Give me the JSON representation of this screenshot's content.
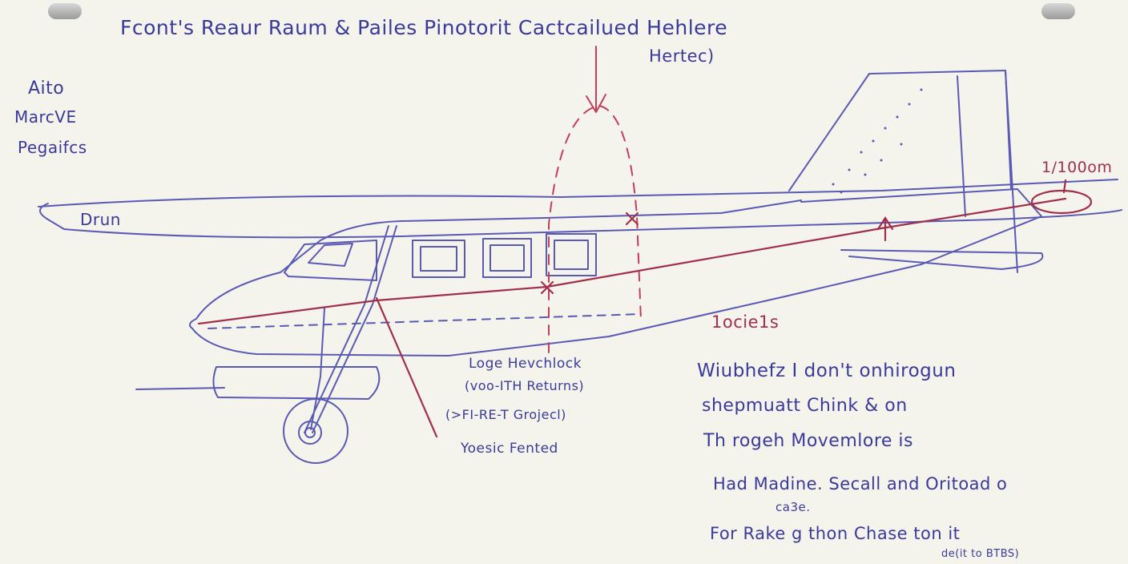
{
  "title": {
    "line1": "Fcont's Reaur Raum & Pailes Pinotorit Cactcailued Hehlere",
    "line2": "Hertec)"
  },
  "side_note": {
    "lines": [
      "Aito",
      "MarcVE",
      "Pegaifcs"
    ]
  },
  "wing_label": "Drun",
  "tail_label": "1/100om",
  "belly_label": "1ocie1s",
  "center_note": {
    "lines": [
      "Loge Hevchlock",
      "(voo-ITH Returns)",
      "(>FI-RE-T Grojecl)",
      "Yoesic Fented"
    ]
  },
  "right_note": {
    "lines": [
      "Wiubhefz I don't onhirogun",
      "shepmuatt Chink & on",
      "Th rogeh Movemlore is",
      "Had Madine. Secall and Oritoad o",
      "ca3e.",
      "For Rake g thon Chase ton it",
      "de(it to BTBS)"
    ]
  },
  "colors": {
    "ink_blue": "#3a3a9a",
    "ink_red": "#a0304a",
    "board": "#f4f3ec"
  }
}
